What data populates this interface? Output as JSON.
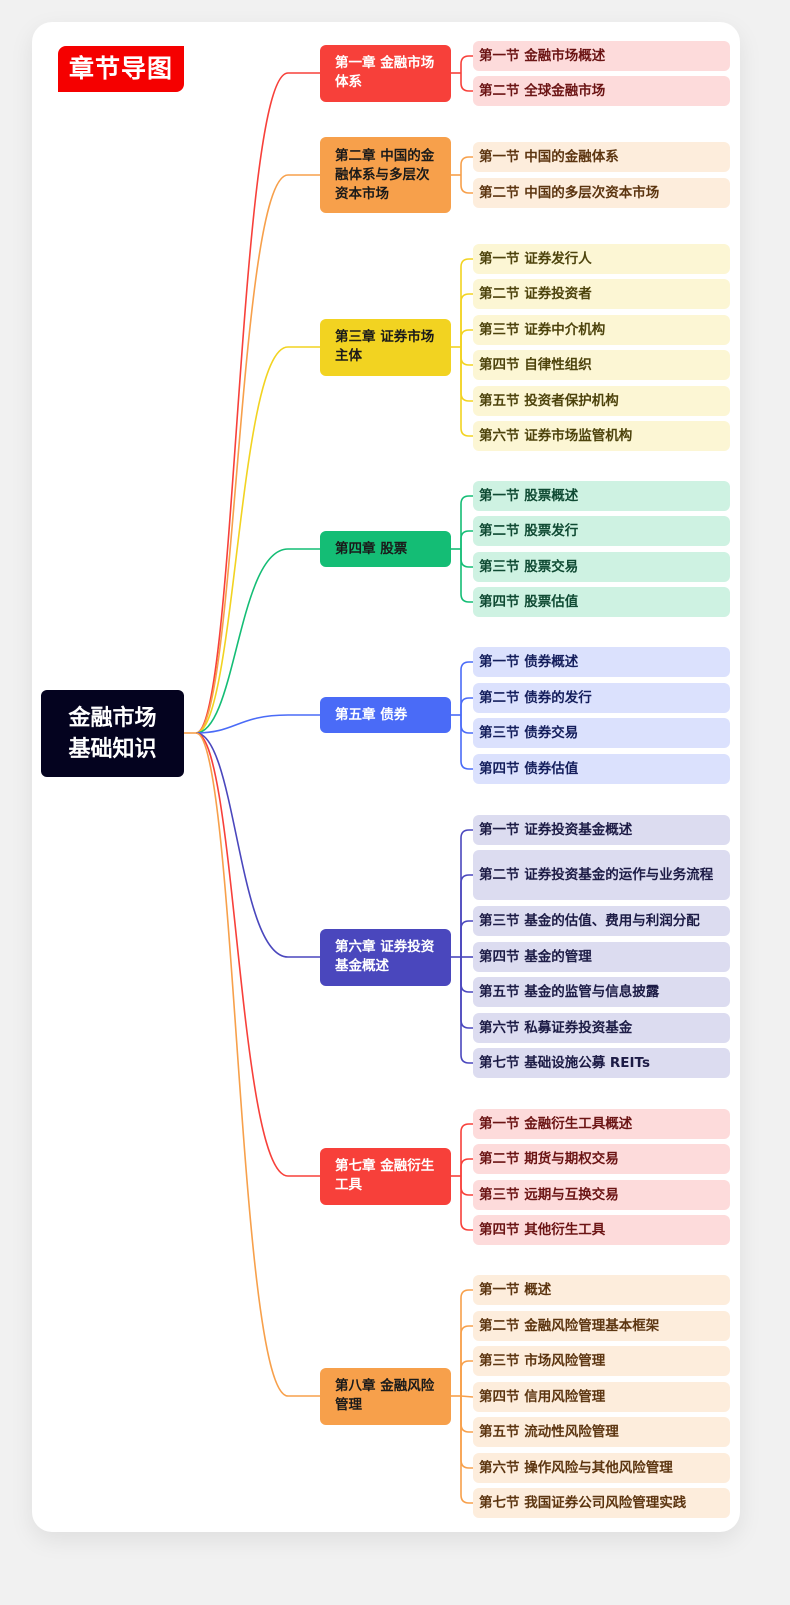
{
  "title_badge": "章节导图",
  "root": {
    "label": "金融市场基础知识",
    "color": "#04031f"
  },
  "chapters": [
    {
      "label": "第一章 金融市场体系",
      "color": "#f7403a",
      "text_color": "#ffffff",
      "section_bg": "#fddbdb",
      "section_text": "#6b1414",
      "sections": [
        "第一节 金融市场概述",
        "第二节 全球金融市场"
      ]
    },
    {
      "label": "第二章 中国的金融体系与多层次资本市场",
      "color": "#f7a04b",
      "text_color": "#1a1a1a",
      "section_bg": "#fdeddc",
      "section_text": "#5c3510",
      "sections": [
        "第一节 中国的金融体系",
        "第二节 中国的多层次资本市场"
      ]
    },
    {
      "label": "第三章 证券市场主体",
      "color": "#f2d321",
      "text_color": "#1a1a1a",
      "section_bg": "#fcf6d4",
      "section_text": "#4d430c",
      "sections": [
        "第一节 证券发行人",
        "第二节 证券投资者",
        "第三节 证券中介机构",
        "第四节 自律性组织",
        "第五节 投资者保护机构",
        "第六节 证券市场监管机构"
      ]
    },
    {
      "label": "第四章 股票",
      "color": "#14bd75",
      "text_color": "#1a1a1a",
      "section_bg": "#cef2e2",
      "section_text": "#0f4a33",
      "sections": [
        "第一节 股票概述",
        "第二节 股票发行",
        "第三节 股票交易",
        "第四节 股票估值"
      ]
    },
    {
      "label": "第五章 债券",
      "color": "#4a6bf7",
      "text_color": "#ffffff",
      "section_bg": "#dbe1fd",
      "section_text": "#141e5c",
      "sections": [
        "第一节 债券概述",
        "第二节 债券的发行",
        "第三节 债券交易",
        "第四节 债券估值"
      ]
    },
    {
      "label": "第六章 证券投资基金概述",
      "color": "#4a47bd",
      "text_color": "#ffffff",
      "section_bg": "#dcdcf0",
      "section_text": "#1c1b45",
      "sections": [
        "第一节 证券投资基金概述",
        "第二节 证券投资基金的运作与业务流程",
        "第三节 基金的估值、费用与利润分配",
        "第四节 基金的管理",
        "第五节 基金的监管与信息披露",
        "第六节 私募证券投资基金",
        "第七节 基础设施公募 REITs"
      ]
    },
    {
      "label": "第七章 金融衍生工具",
      "color": "#f7403a",
      "text_color": "#ffffff",
      "section_bg": "#fddbdb",
      "section_text": "#6b1414",
      "sections": [
        "第一节 金融衍生工具概述",
        "第二节 期货与期权交易",
        "第三节 远期与互换交易",
        "第四节 其他衍生工具"
      ]
    },
    {
      "label": "第八章 金融风险管理",
      "color": "#f7a04b",
      "text_color": "#1a1a1a",
      "section_bg": "#fdeddc",
      "section_text": "#5c3510",
      "sections": [
        "第一节 概述",
        "第二节 金融风险管理基本框架",
        "第三节 市场风险管理",
        "第四节 信用风险管理",
        "第五节 流动性风险管理",
        "第六节 操作风险与其他风险管理",
        "第七节 我国证券公司风险管理实践"
      ]
    }
  ]
}
